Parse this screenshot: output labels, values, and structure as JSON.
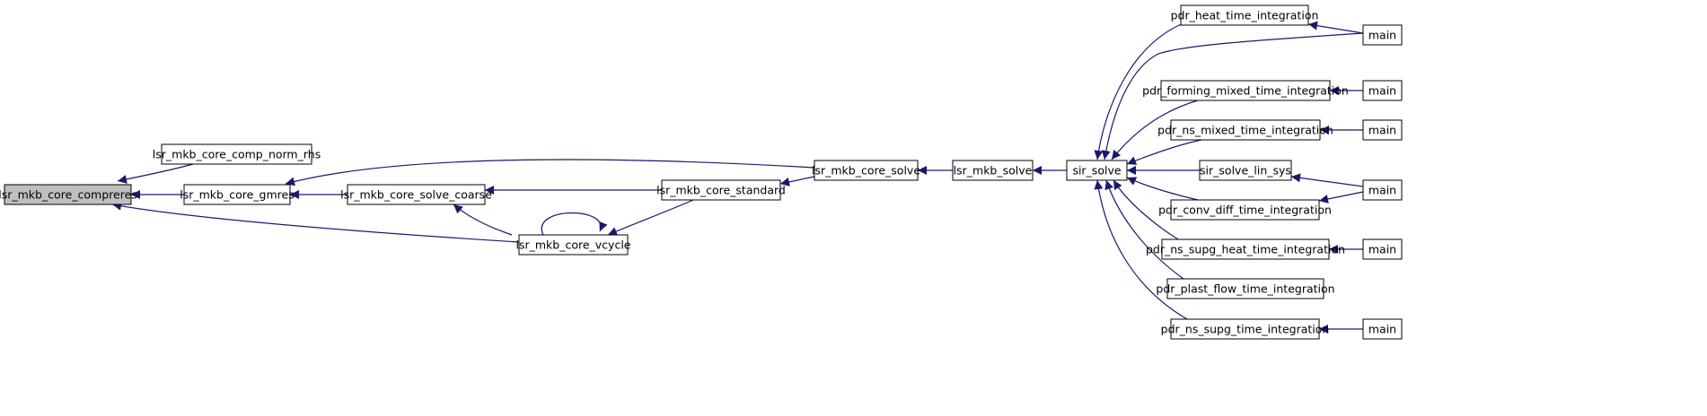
{
  "colors": {
    "edge": "#191970",
    "node_fill": "#ffffff",
    "highlight_fill": "#bfbfbf",
    "border": "#000000"
  },
  "nodes": [
    {
      "id": "n0",
      "label": "lsr_mkb_core_compreres",
      "highlight": true
    },
    {
      "id": "n1",
      "label": "lsr_mkb_core_comp_norm_rhs"
    },
    {
      "id": "n2",
      "label": "lsr_mkb_core_gmres"
    },
    {
      "id": "n3",
      "label": "lsr_mkb_core_solve_coarse"
    },
    {
      "id": "n4",
      "label": "lsr_mkb_core_vcycle"
    },
    {
      "id": "n5",
      "label": "lsr_mkb_core_standard"
    },
    {
      "id": "n6",
      "label": "lsr_mkb_core_solve"
    },
    {
      "id": "n7",
      "label": "lsr_mkb_solve"
    },
    {
      "id": "n8",
      "label": "sir_solve"
    },
    {
      "id": "n9",
      "label": "pdr_heat_time_integration"
    },
    {
      "id": "n10",
      "label": "pdr_forming_mixed_time_integration"
    },
    {
      "id": "n11",
      "label": "pdr_ns_mixed_time_integration"
    },
    {
      "id": "n12",
      "label": "sir_solve_lin_sys"
    },
    {
      "id": "n13",
      "label": "pdr_conv_diff_time_integration"
    },
    {
      "id": "n14",
      "label": "pdr_ns_supg_heat_time_integration"
    },
    {
      "id": "n15",
      "label": "pdr_plast_flow_time_integration"
    },
    {
      "id": "n16",
      "label": "pdr_ns_supg_time_integration"
    },
    {
      "id": "n17",
      "label": "main"
    },
    {
      "id": "n18",
      "label": "main"
    },
    {
      "id": "n19",
      "label": "main"
    },
    {
      "id": "n20",
      "label": "main"
    },
    {
      "id": "n21",
      "label": "main"
    },
    {
      "id": "n22",
      "label": "main"
    }
  ],
  "edges": [
    {
      "from": "n1",
      "to": "n0"
    },
    {
      "from": "n2",
      "to": "n0"
    },
    {
      "from": "n4",
      "to": "n0"
    },
    {
      "from": "n3",
      "to": "n2"
    },
    {
      "from": "n6",
      "to": "n2"
    },
    {
      "from": "n5",
      "to": "n3"
    },
    {
      "from": "n4",
      "to": "n3"
    },
    {
      "from": "n4",
      "to": "n4"
    },
    {
      "from": "n5",
      "to": "n4"
    },
    {
      "from": "n6",
      "to": "n5"
    },
    {
      "from": "n7",
      "to": "n6"
    },
    {
      "from": "n8",
      "to": "n7"
    },
    {
      "from": "n9",
      "to": "n8"
    },
    {
      "from": "n17",
      "to": "n8"
    },
    {
      "from": "n10",
      "to": "n8"
    },
    {
      "from": "n11",
      "to": "n8"
    },
    {
      "from": "n12",
      "to": "n8"
    },
    {
      "from": "n13",
      "to": "n8"
    },
    {
      "from": "n14",
      "to": "n8"
    },
    {
      "from": "n15",
      "to": "n8"
    },
    {
      "from": "n16",
      "to": "n8"
    },
    {
      "from": "n17",
      "to": "n9"
    },
    {
      "from": "n18",
      "to": "n10"
    },
    {
      "from": "n19",
      "to": "n11"
    },
    {
      "from": "n20",
      "to": "n12"
    },
    {
      "from": "n20",
      "to": "n13"
    },
    {
      "from": "n21",
      "to": "n14"
    },
    {
      "from": "n22",
      "to": "n16"
    }
  ]
}
